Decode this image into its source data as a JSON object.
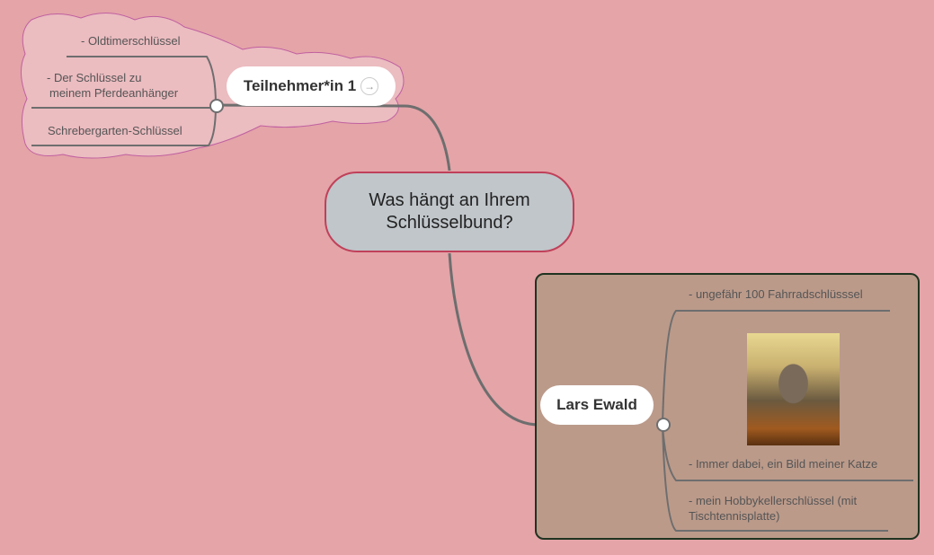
{
  "central": {
    "line1": "Was hängt an Ihrem",
    "line2": "Schlüsselbund?"
  },
  "branch1": {
    "label": "Teilnehmer*in 1",
    "items": [
      "- Oldtimerschlüssel",
      "- Der Schlüssel zu",
      "meinem Pferdeanhänger",
      "Schrebergarten-Schlüssel"
    ],
    "arrow": "→"
  },
  "branch2": {
    "label": "Lars Ewald",
    "items": [
      "- ungefähr 100 Fahrradschlüsssel",
      "- Immer dabei, ein Bild meiner Katze",
      "- mein Hobbykellerschlüssel (mit",
      "Tischtennisplatte)"
    ]
  },
  "colors": {
    "background": "#e4a4a8",
    "cloud": "#ebbcc0",
    "box": "#bb9a8a",
    "central": "#c0c6ca"
  }
}
